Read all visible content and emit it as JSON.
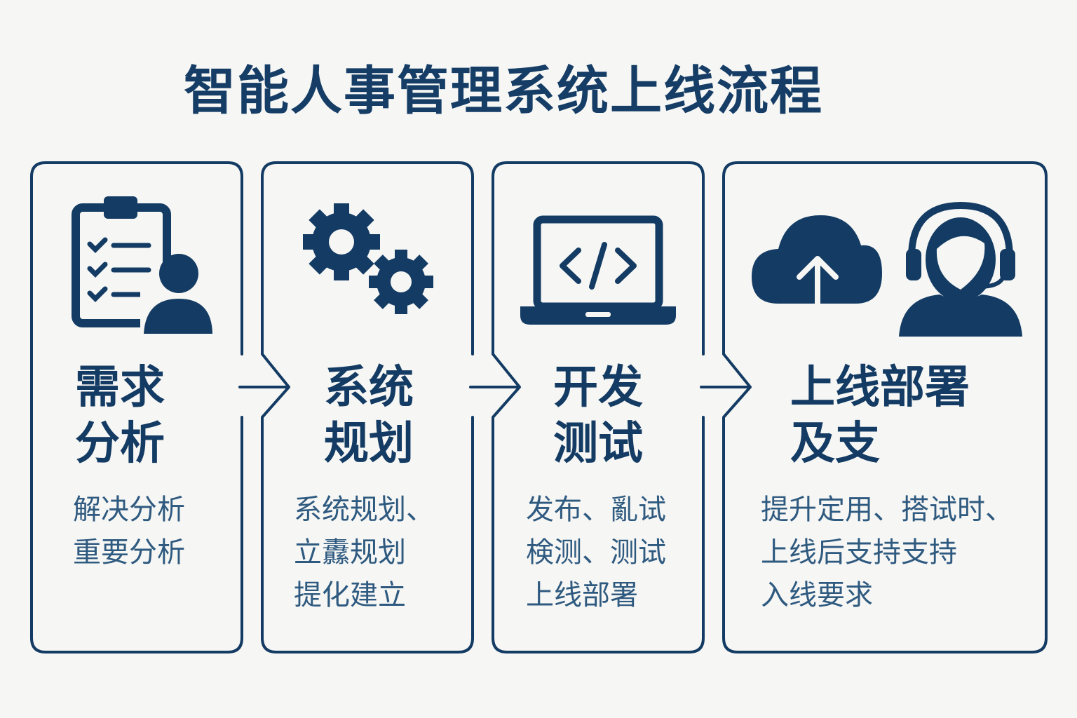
{
  "title": "智能人事管理系统上线流程",
  "colors": {
    "primary": "#133b63",
    "text": "#2f5a80",
    "background": "#f6f6f4"
  },
  "steps": [
    {
      "icon": "clipboard-user-icon",
      "heading": "需求\n分析",
      "body": "解决分析\n重要分析"
    },
    {
      "icon": "gears-icon",
      "heading": "系统\n规划",
      "body": "系统规划、\n立纛规划\n提化建立"
    },
    {
      "icon": "laptop-code-icon",
      "heading": "开发\n测试",
      "body": "发布、亂试\n検测、测试\n上线部署"
    },
    {
      "icon": "cloud-upload-support-icon",
      "heading": "上线部署\n及支",
      "body": "提升定用、搭试时、\n上线后支持支持\n入线要求"
    }
  ]
}
